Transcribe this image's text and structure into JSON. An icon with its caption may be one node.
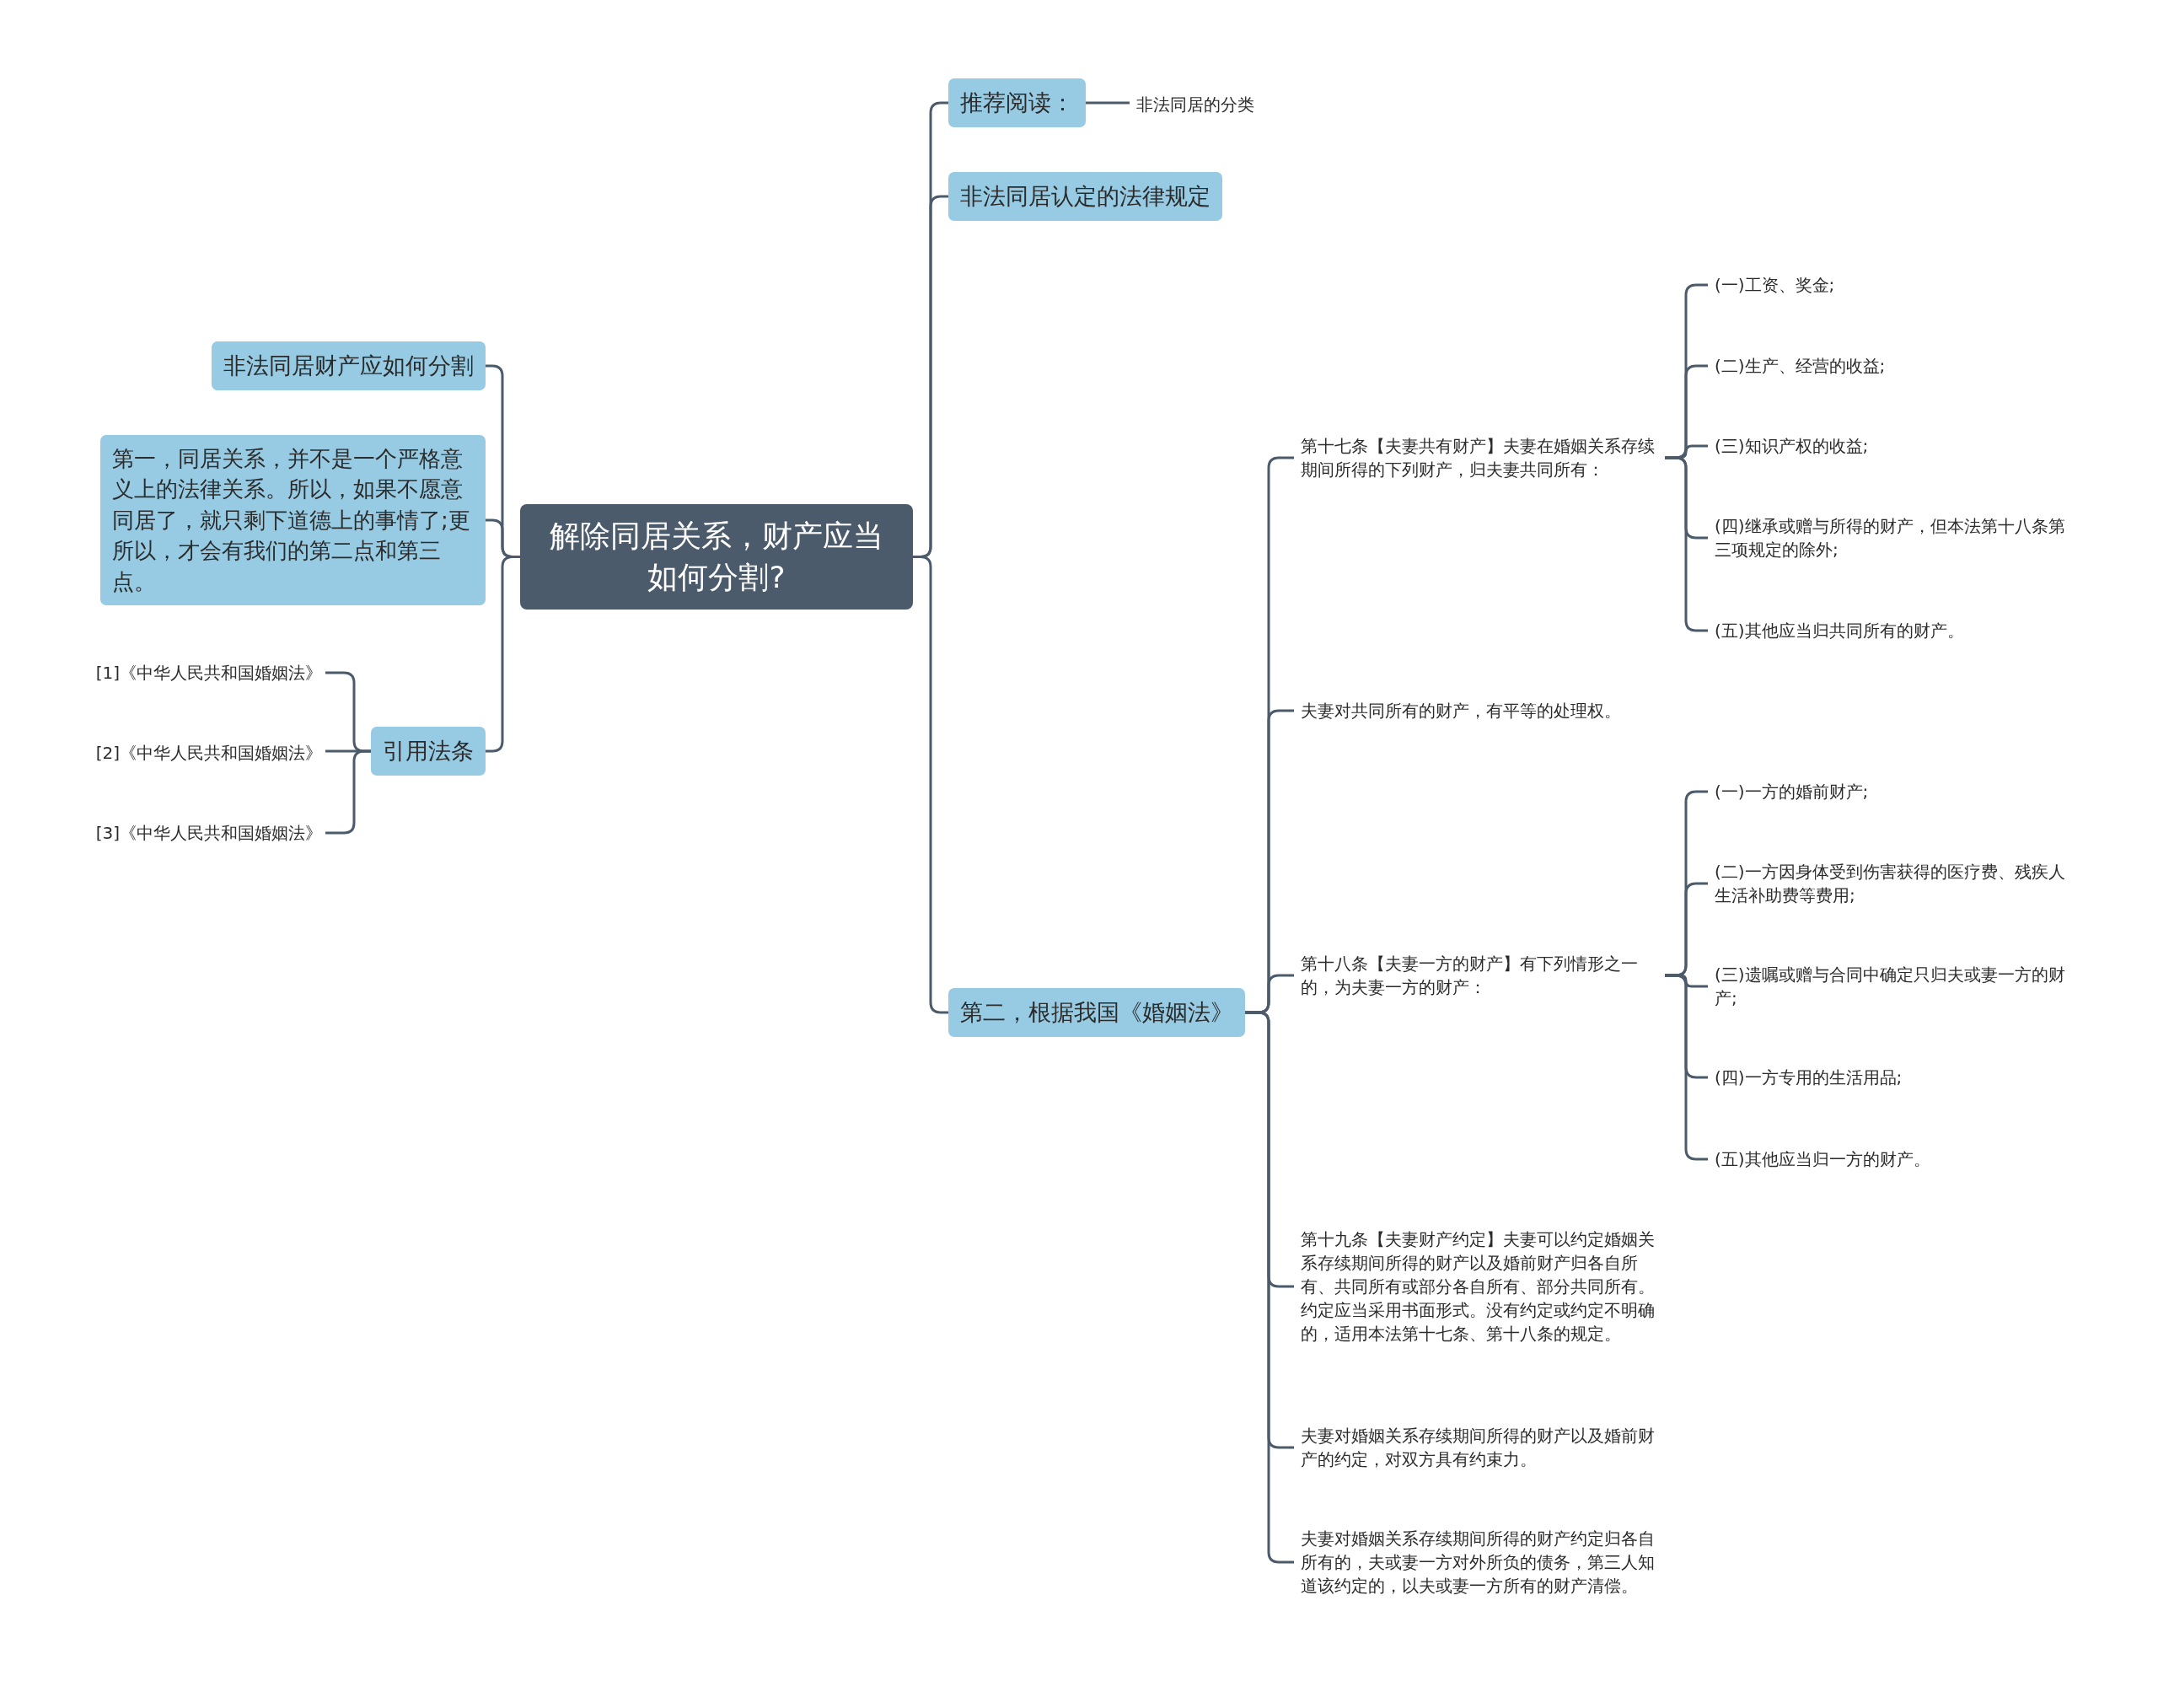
{
  "diagram": {
    "nodes": [
      {
        "text": [
          "解除同居关系，财产应当如何分割?"
        ]
      },
      {
        "text": [
          "非法同居财产应如何分割"
        ]
      },
      {
        "text": [
          "第一，同居关系，并不是一个严格意义上的法律关系。所以，如果不愿意同居了，就只剩下道德上的事情了;更所以，才会有我们的第二点和第三点。"
        ]
      },
      {
        "text": [
          "引用法条"
        ]
      },
      {
        "text": [
          "[1]《中华人民共和国婚姻法》"
        ]
      },
      {
        "text": [
          "[2]《中华人民共和国婚姻法》"
        ]
      },
      {
        "text": [
          "[3]《中华人民共和国婚姻法》"
        ]
      },
      {
        "text": [
          "推荐阅读："
        ]
      },
      {
        "text": [
          "非法同居的分类"
        ]
      },
      {
        "text": [
          "非法同居认定的法律规定"
        ]
      },
      {
        "text": [
          "第二，根据我国《婚姻法》"
        ]
      },
      {
        "text": [
          "第十七条【夫妻共有财产】夫妻在婚姻关系存续期间所得的下列财产，归夫妻共同所有："
        ]
      },
      {
        "text": [
          "(一)工资、奖金;"
        ]
      },
      {
        "text": [
          "(二)生产、经营的收益;"
        ]
      },
      {
        "text": [
          "(三)知识产权的收益;"
        ]
      },
      {
        "text": [
          "(四)继承或赠与所得的财产，但本法第十八条第三项规定的除外;"
        ]
      },
      {
        "text": [
          "(五)其他应当归共同所有的财产。"
        ]
      },
      {
        "text": [
          "夫妻对共同所有的财产，有平等的处理权。"
        ]
      },
      {
        "text": [
          "第十八条【夫妻一方的财产】有下列情形之一的，为夫妻一方的财产："
        ]
      },
      {
        "text": [
          "(一)一方的婚前财产;"
        ]
      },
      {
        "text": [
          "(二)一方因身体受到伤害获得的医疗费、残疾人生活补助费等费用;"
        ]
      },
      {
        "text": [
          "(三)遗嘱或赠与合同中确定只归夫或妻一方的财产;"
        ]
      },
      {
        "text": [
          "(四)一方专用的生活用品;"
        ]
      },
      {
        "text": [
          "(五)其他应当归一方的财产。"
        ]
      },
      {
        "text": [
          "第十九条【夫妻财产约定】夫妻可以约定婚姻关系存续期间所得的财产以及婚前财产归各自所有、共同所有或部分各自所有、部分共同所有。约定应当采用书面形式。没有约定或约定不明确的，适用本法第十七条、第十八条的规定。"
        ]
      },
      {
        "text": [
          "夫妻对婚姻关系存续期间所得的财产以及婚前财产的约定，对双方具有约束力。"
        ]
      },
      {
        "text": [
          "夫妻对婚姻关系存续期间所得的财产约定归各自所有的，夫或妻一方对外所负的债务，第三人知道该约定的，以夫或妻一方所有的财产清偿。"
        ]
      }
    ],
    "edges": [
      {
        "from": 0,
        "to": 1,
        "arrow": "none"
      },
      {
        "from": 0,
        "to": 2,
        "arrow": "none"
      },
      {
        "from": 0,
        "to": 3,
        "arrow": "none"
      },
      {
        "from": 3,
        "to": 4,
        "arrow": "none"
      },
      {
        "from": 3,
        "to": 5,
        "arrow": "none"
      },
      {
        "from": 3,
        "to": 6,
        "arrow": "none"
      },
      {
        "from": 0,
        "to": 7,
        "arrow": "none"
      },
      {
        "from": 7,
        "to": 8,
        "arrow": "none"
      },
      {
        "from": 0,
        "to": 9,
        "arrow": "none"
      },
      {
        "from": 0,
        "to": 10,
        "arrow": "none"
      },
      {
        "from": 10,
        "to": 11,
        "arrow": "none"
      },
      {
        "from": 11,
        "to": 12,
        "arrow": "none"
      },
      {
        "from": 11,
        "to": 13,
        "arrow": "none"
      },
      {
        "from": 11,
        "to": 14,
        "arrow": "none"
      },
      {
        "from": 11,
        "to": 15,
        "arrow": "none"
      },
      {
        "from": 11,
        "to": 16,
        "arrow": "none"
      },
      {
        "from": 10,
        "to": 17,
        "arrow": "none"
      },
      {
        "from": 10,
        "to": 18,
        "arrow": "none"
      },
      {
        "from": 18,
        "to": 19,
        "arrow": "none"
      },
      {
        "from": 18,
        "to": 20,
        "arrow": "none"
      },
      {
        "from": 18,
        "to": 21,
        "arrow": "none"
      },
      {
        "from": 18,
        "to": 22,
        "arrow": "none"
      },
      {
        "from": 18,
        "to": 23,
        "arrow": "none"
      },
      {
        "from": 10,
        "to": 24,
        "arrow": "none"
      },
      {
        "from": 10,
        "to": 25,
        "arrow": "none"
      },
      {
        "from": 10,
        "to": 26,
        "arrow": "none"
      }
    ]
  }
}
